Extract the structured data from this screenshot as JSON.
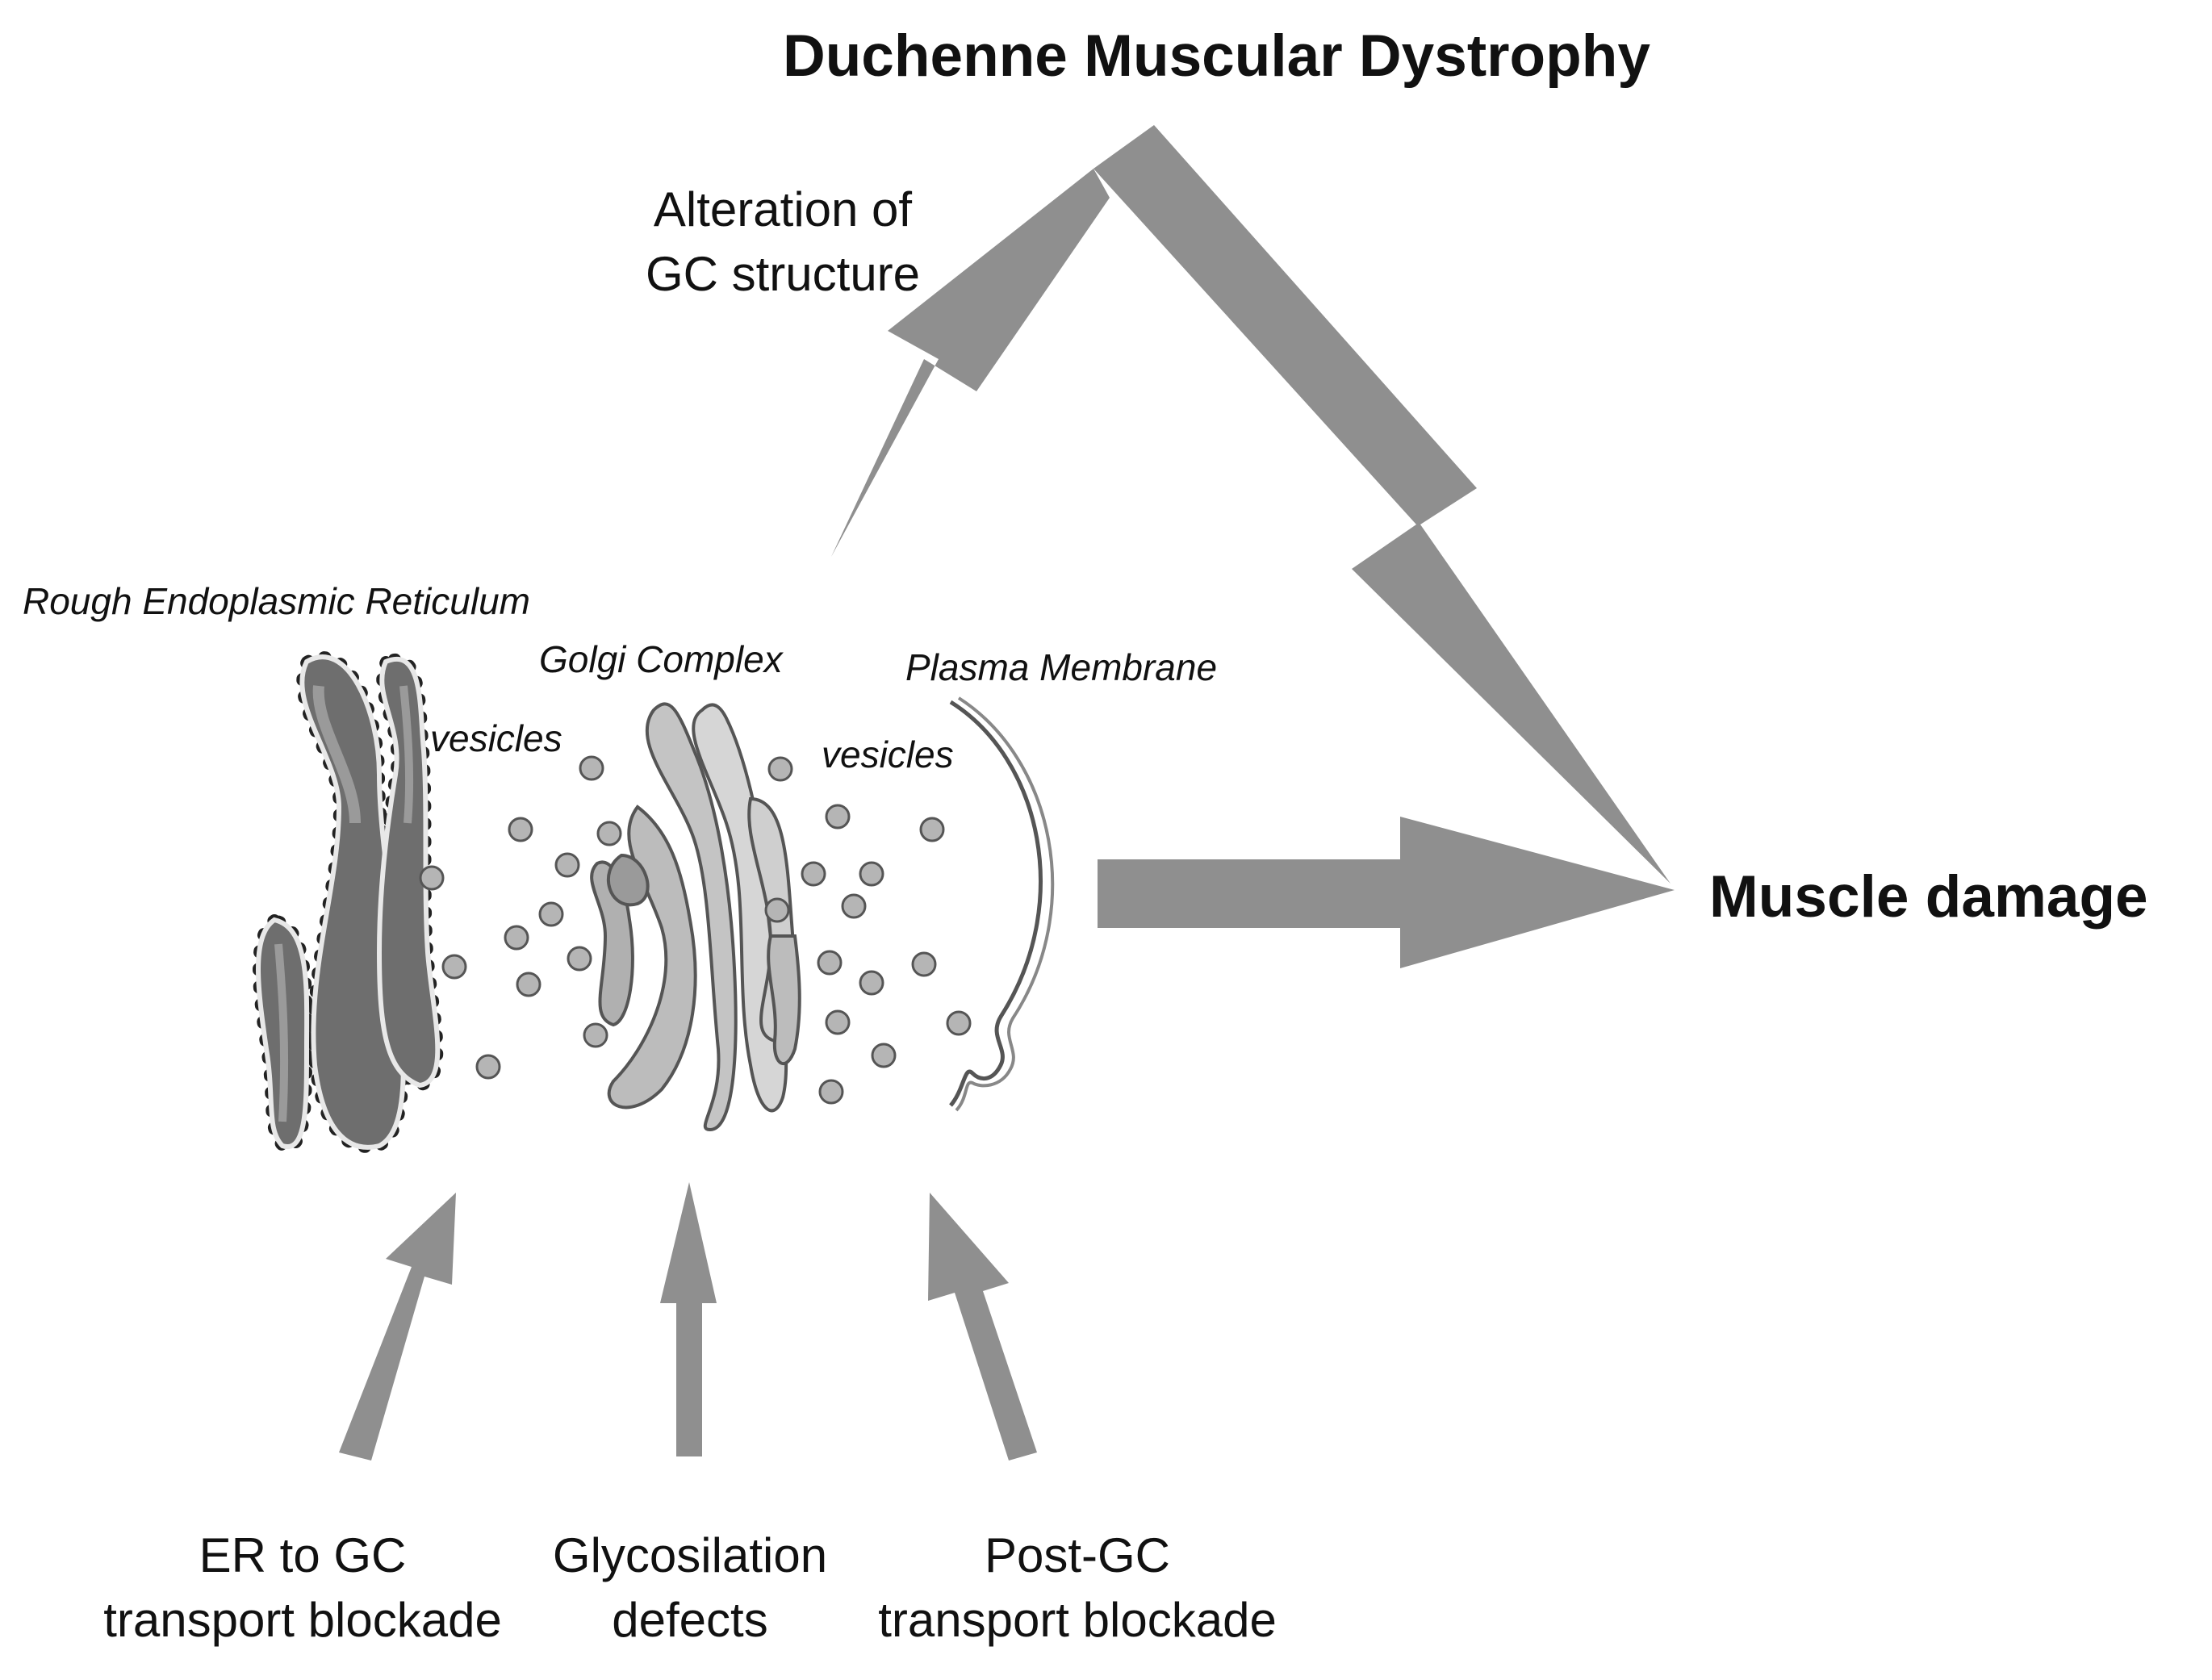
{
  "diagram": {
    "title": "Duchenne Muscular Dystrophy",
    "outcome": "Muscle damage",
    "alteration_line1": "Alteration of",
    "alteration_line2": "GC structure",
    "organelles": {
      "rer": "Rough Endoplasmic Reticulum",
      "golgi": "Golgi Complex",
      "membrane": "Plasma Membrane",
      "vesicles_left": "vesicles",
      "vesicles_right": "vesicles"
    },
    "causes": [
      {
        "line1": "ER to GC",
        "line2": "transport blockade"
      },
      {
        "line1": "Glycosilation",
        "line2": "defects"
      },
      {
        "line1": "Post-GC",
        "line2": "transport blockade"
      }
    ]
  },
  "colors": {
    "arrow": "#8f8f8f",
    "er_fill": "#6e6e6e",
    "golgi_fill": "#c4c4c4",
    "vesicle": "#b5b5b5",
    "text": "#111111"
  }
}
